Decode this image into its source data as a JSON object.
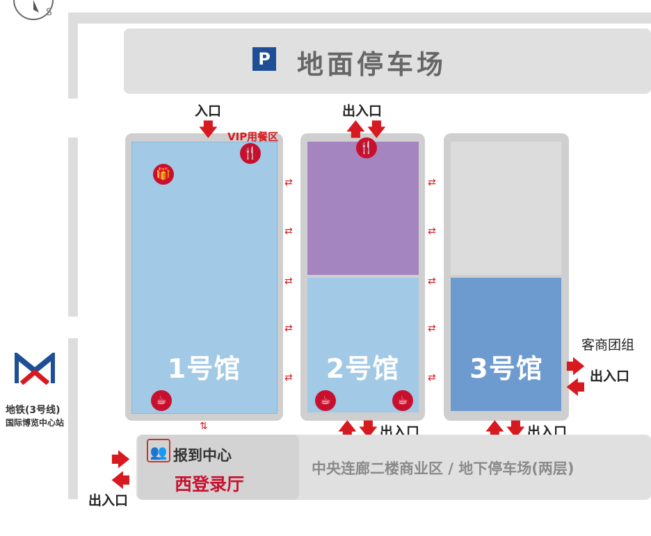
{
  "compass": {
    "label": "S"
  },
  "parking": {
    "icon_letter": "P",
    "label": "地面停车场"
  },
  "halls": [
    {
      "label": "1号馆"
    },
    {
      "label": "2号馆"
    },
    {
      "label": "3号馆"
    }
  ],
  "labels": {
    "hall1_entrance": "入口",
    "hall2_top_exit": "出入口",
    "vip_dining": "VIP用餐区",
    "group_visitors": "客商团组",
    "hall3_side_exit": "出入口",
    "hall2_bottom_exit": "出入口",
    "hall3_bottom_exit": "出入口",
    "west_exit": "出入口"
  },
  "subway": {
    "line1": "地铁(3号线)",
    "line2": "国际博览中心站"
  },
  "registration": {
    "center": "报到中心",
    "hall": "西登录厅"
  },
  "corridor": {
    "label": "中央连廊二楼商业区 / 地下停车场(两层)"
  },
  "icons": {
    "dining": "fork-knife-icon",
    "gift": "gift-icon",
    "cafe": "coffee-cup-icon",
    "registration": "reception-icon",
    "parking": "parking-icon",
    "subway": "metro-logo-icon"
  },
  "colors": {
    "hall1": "#a2c9e5",
    "hall2_top": "#a485bf",
    "hall2_bottom": "#a2c9e5",
    "hall3_top": "#dcdcdc",
    "hall3_bottom": "#6d9bcf",
    "accent_red": "#d71920",
    "parking_blue": "#1e4e95"
  }
}
